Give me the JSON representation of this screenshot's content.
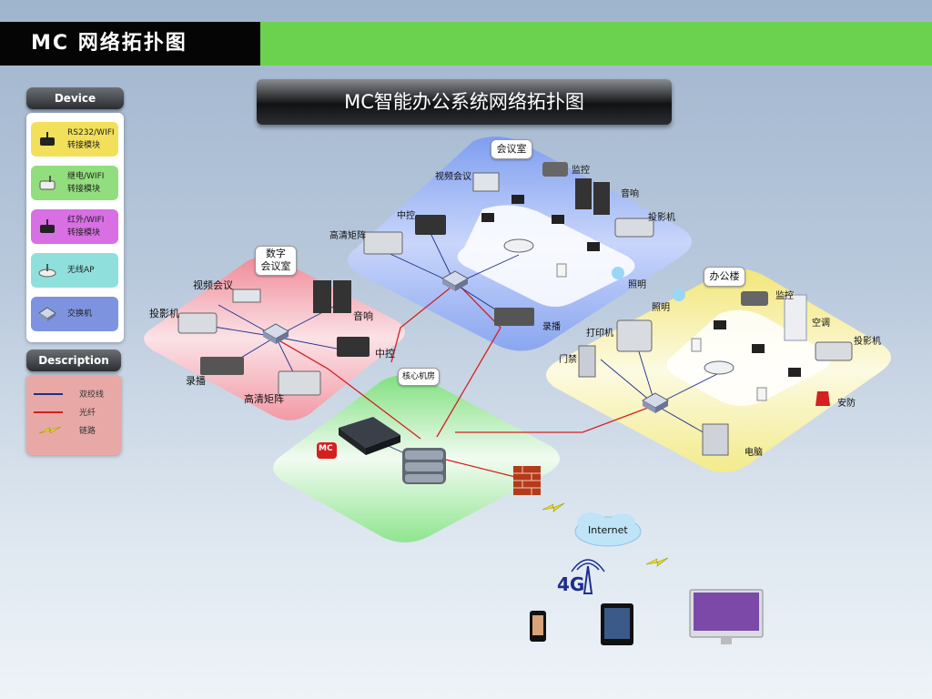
{
  "header": {
    "title": "MC 网络拓扑图"
  },
  "banner": {
    "title": "MC智能办公系统网络拓扑图"
  },
  "sidebar": {
    "device_heading": "Device",
    "devices": [
      {
        "line1": "RS232/WIFI",
        "line2": "转接模块",
        "icon": "rs232-wifi-module-icon",
        "color": "#f2e05a"
      },
      {
        "line1": "继电/WIFI",
        "line2": "转接模块",
        "icon": "relay-wifi-module-icon",
        "color": "#92dd7d"
      },
      {
        "line1": "红外/WIFI",
        "line2": "转接模块",
        "icon": "ir-wifi-module-icon",
        "color": "#d86fe3"
      },
      {
        "line1": "无线AP",
        "line2": "",
        "icon": "wireless-ap-icon",
        "color": "#8fe0dc"
      },
      {
        "line1": "交换机",
        "line2": "",
        "icon": "switch-icon",
        "color": "#7e93e0"
      }
    ],
    "description_heading": "Description",
    "legend": [
      {
        "label": "双绞线",
        "color": "#1c2f8c"
      },
      {
        "label": "光纤",
        "color": "#d42020"
      },
      {
        "label": "链路",
        "color": "#e8e020"
      }
    ]
  },
  "zones": {
    "meeting_room": {
      "title": "会议室",
      "labels": [
        "视频会议",
        "监控",
        "音响",
        "中控",
        "投影机",
        "高清矩阵",
        "照明",
        "录播"
      ]
    },
    "digital_meeting_room": {
      "title": "数字\n会议室",
      "labels": [
        "视频会议",
        "投影机",
        "音响",
        "中控",
        "录播",
        "高清矩阵"
      ]
    },
    "office_building": {
      "title": "办公楼",
      "labels": [
        "照明",
        "监控",
        "空调",
        "打印机",
        "门禁",
        "投影机",
        "安防",
        "电脑"
      ]
    },
    "core_room": {
      "title": "核心机房",
      "logo_text": "MC"
    }
  },
  "internet": {
    "cloud_label": "Internet",
    "mobile_label": "4G"
  },
  "colors": {
    "meeting_zone": "#8aa6f0",
    "digital_zone": "#f29aa6",
    "office_zone": "#f3eb8c",
    "core_zone": "#8fe58f",
    "fiber": "#d42020",
    "twisted_pair": "#1c2f8c"
  }
}
